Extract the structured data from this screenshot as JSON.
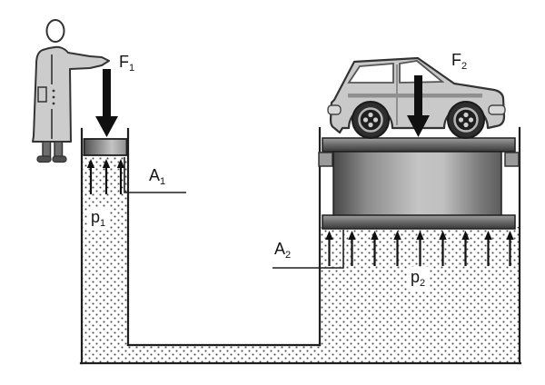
{
  "labels": {
    "force_small": {
      "base": "F",
      "sub": "1"
    },
    "force_large": {
      "base": "F",
      "sub": "2"
    },
    "area_small": {
      "base": "A",
      "sub": "1"
    },
    "area_large": {
      "base": "A",
      "sub": "2"
    },
    "pressure_small": {
      "base": "p",
      "sub": "1"
    },
    "pressure_large": {
      "base": "p",
      "sub": "2"
    }
  },
  "figures": {
    "person": "person-pushing-small-piston",
    "car": "car-on-large-piston"
  },
  "colors": {
    "outline": "#1f1f1f",
    "arrow_black": "#101010",
    "fluid_dot": "#4a4a4a",
    "metal_dark": "#3a3a3a",
    "metal_mid": "#8a8a8a",
    "metal_light": "#c6c6c6",
    "coat_gray": "#cccccc",
    "car_body_gray": "#c9c9c9"
  }
}
